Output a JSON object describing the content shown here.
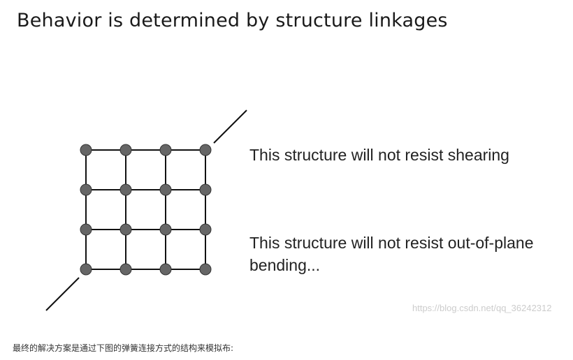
{
  "slide": {
    "title": "Behavior is determined by structure linkages",
    "note_shearing": "This structure will not resist shearing",
    "note_bending": "This structure will not resist out-of-plane bending..."
  },
  "diagram": {
    "rows": 4,
    "cols": 4,
    "node_color": "#666666",
    "edge_color": "#111111",
    "has_out_of_plane_arrows": true
  },
  "watermark": "https://blog.csdn.net/qq_36242312",
  "caption": "最终的解决方案是通过下图的弹簧连接方式的结构来模拟布:"
}
